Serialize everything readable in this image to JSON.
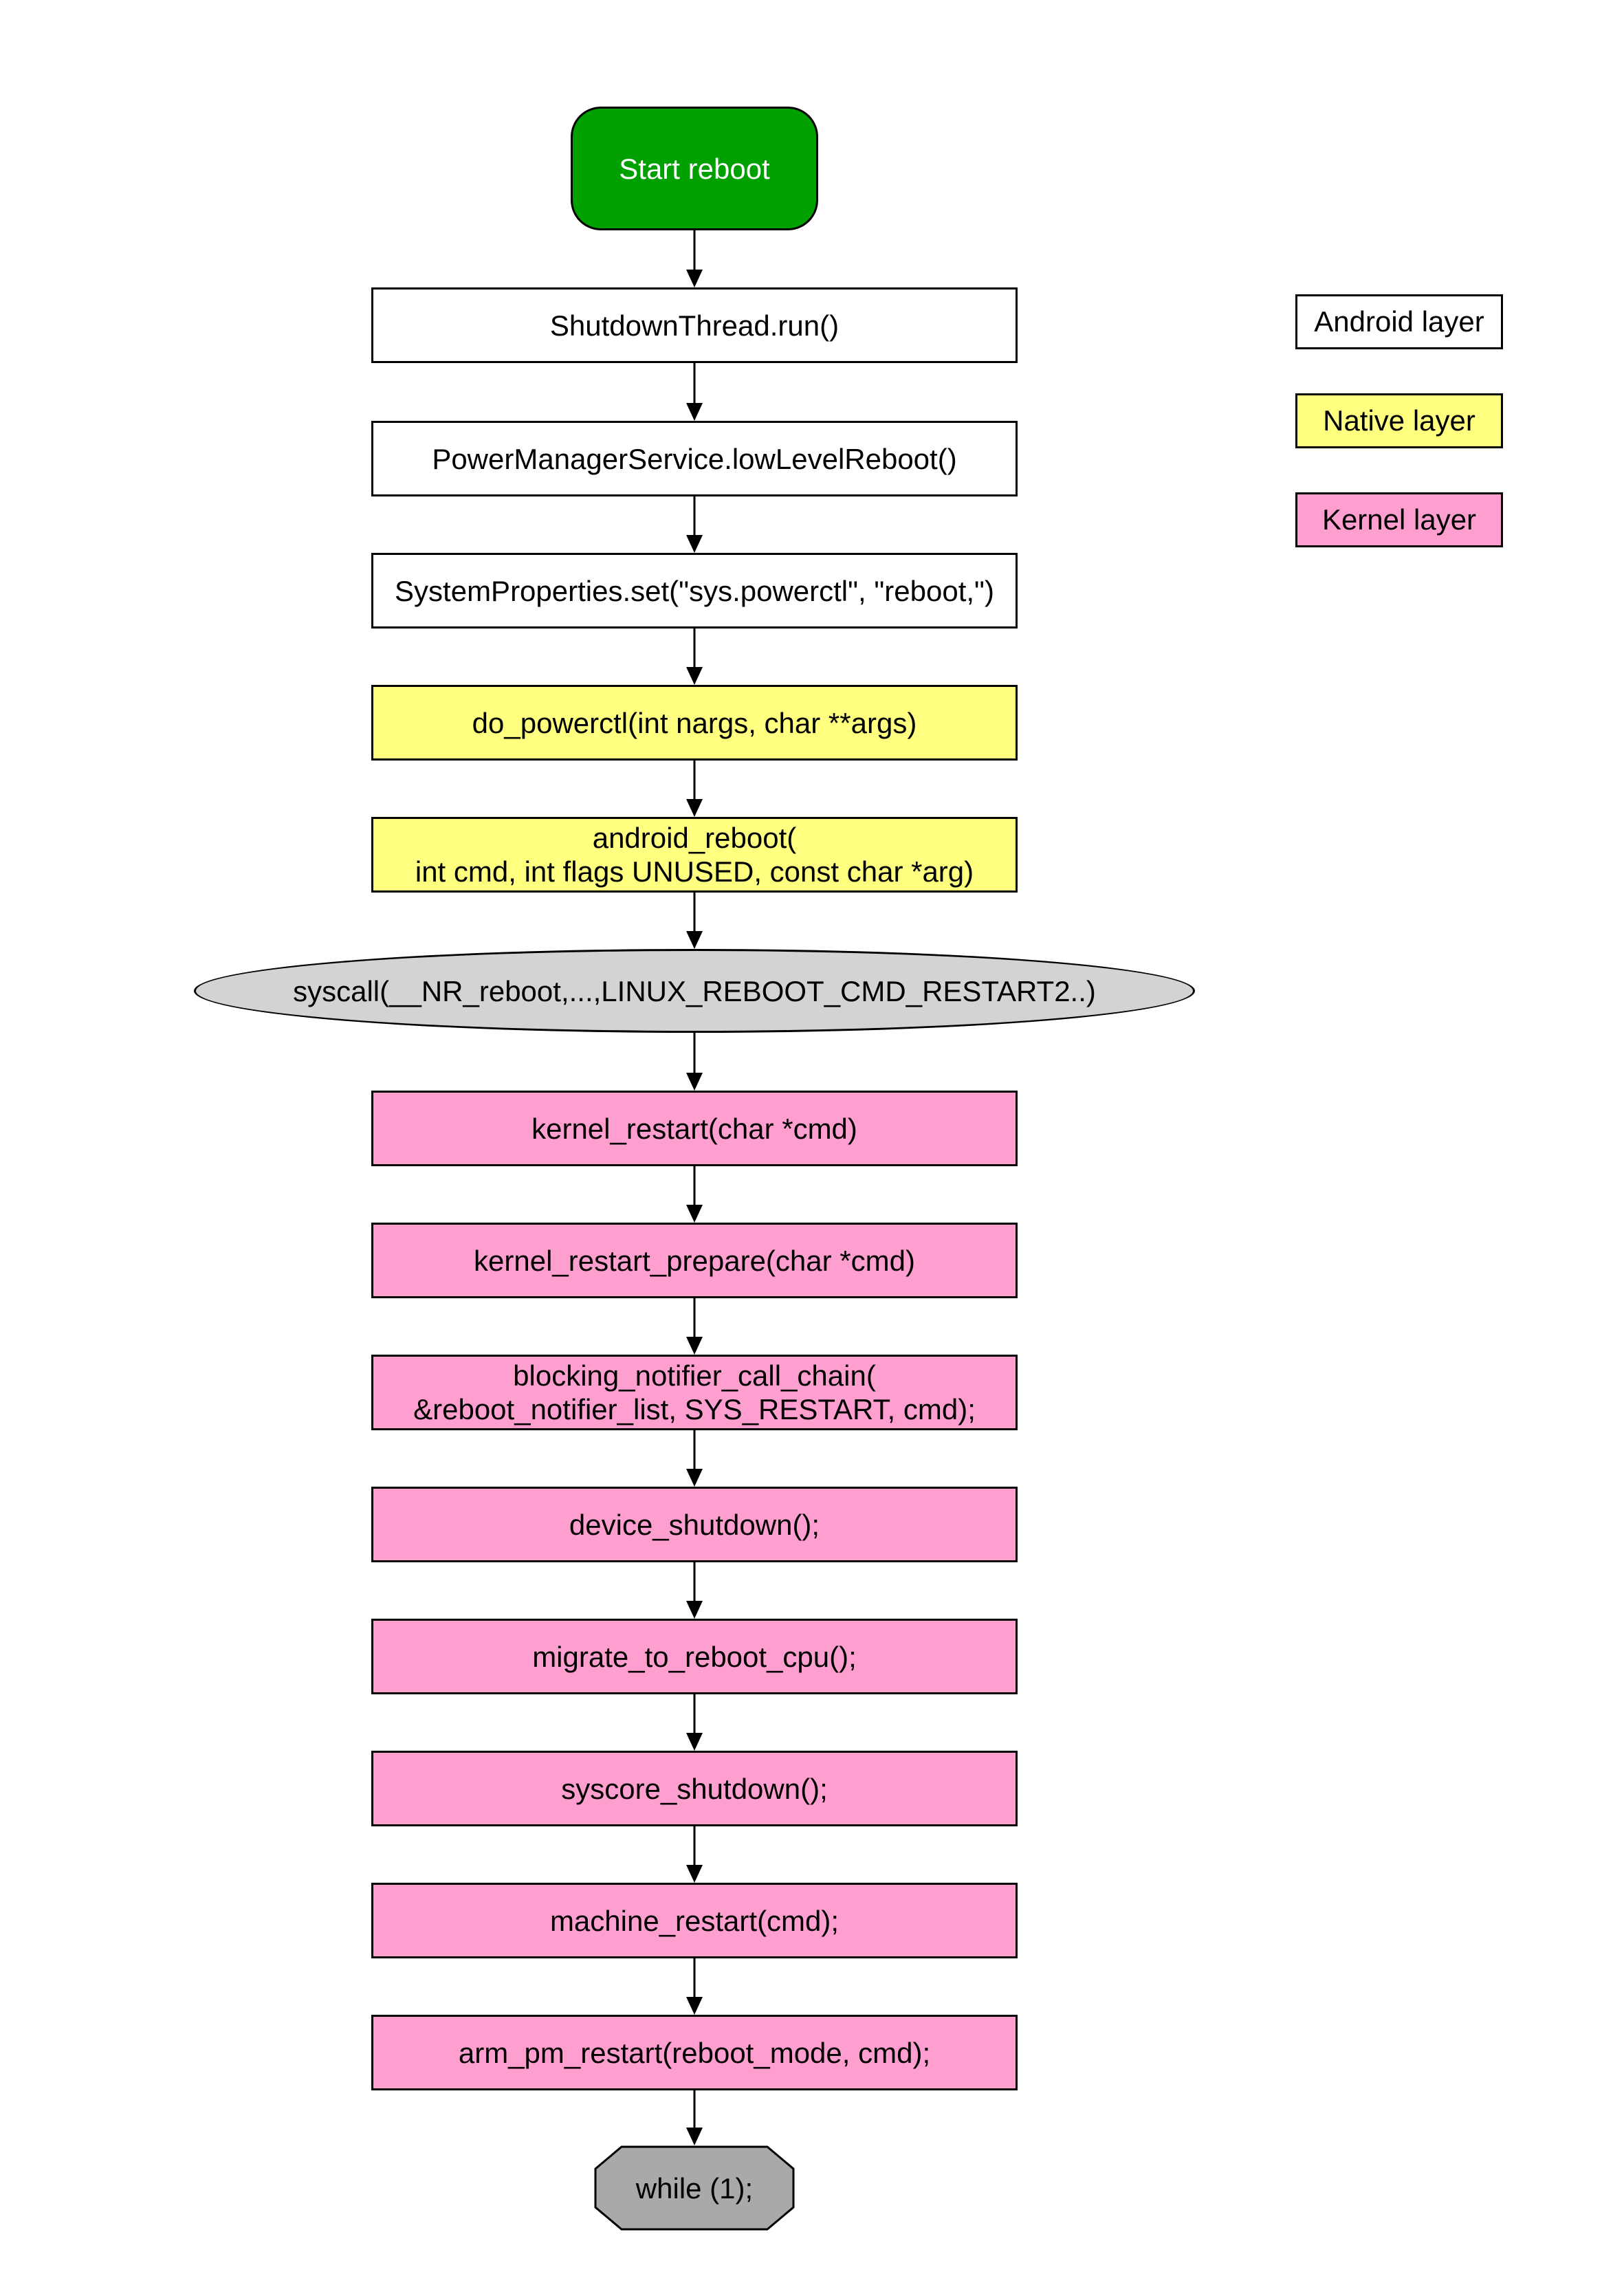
{
  "nodes": [
    {
      "label": "Start reboot"
    },
    {
      "label": "ShutdownThread.run()"
    },
    {
      "label": "PowerManagerService.lowLevelReboot()"
    },
    {
      "label": "SystemProperties.set(\"sys.powerctl\", \"reboot,\")"
    },
    {
      "label": "do_powerctl(int nargs, char **args)"
    },
    {
      "lines": [
        "android_reboot(",
        "int cmd, int flags UNUSED, const char *arg)"
      ]
    },
    {
      "label": "syscall(__NR_reboot,...,LINUX_REBOOT_CMD_RESTART2..)"
    },
    {
      "label": "kernel_restart(char *cmd)"
    },
    {
      "label": "kernel_restart_prepare(char *cmd)"
    },
    {
      "lines": [
        "blocking_notifier_call_chain(",
        "&reboot_notifier_list, SYS_RESTART, cmd);"
      ]
    },
    {
      "label": "device_shutdown();"
    },
    {
      "label": "migrate_to_reboot_cpu();"
    },
    {
      "label": "syscore_shutdown();"
    },
    {
      "label": "machine_restart(cmd);"
    },
    {
      "label": "arm_pm_restart(reboot_mode, cmd);"
    },
    {
      "label": "while (1);"
    }
  ],
  "legend": [
    {
      "label": "Android layer",
      "color": "#ffffff"
    },
    {
      "label": "Native layer",
      "color": "#ffff80"
    },
    {
      "label": "Kernel layer",
      "color": "#ff9fcf"
    }
  ],
  "colors": {
    "start": "#00a000",
    "syscall": "#d3d3d3",
    "end": "#a9a9a9",
    "border": "#000000"
  }
}
